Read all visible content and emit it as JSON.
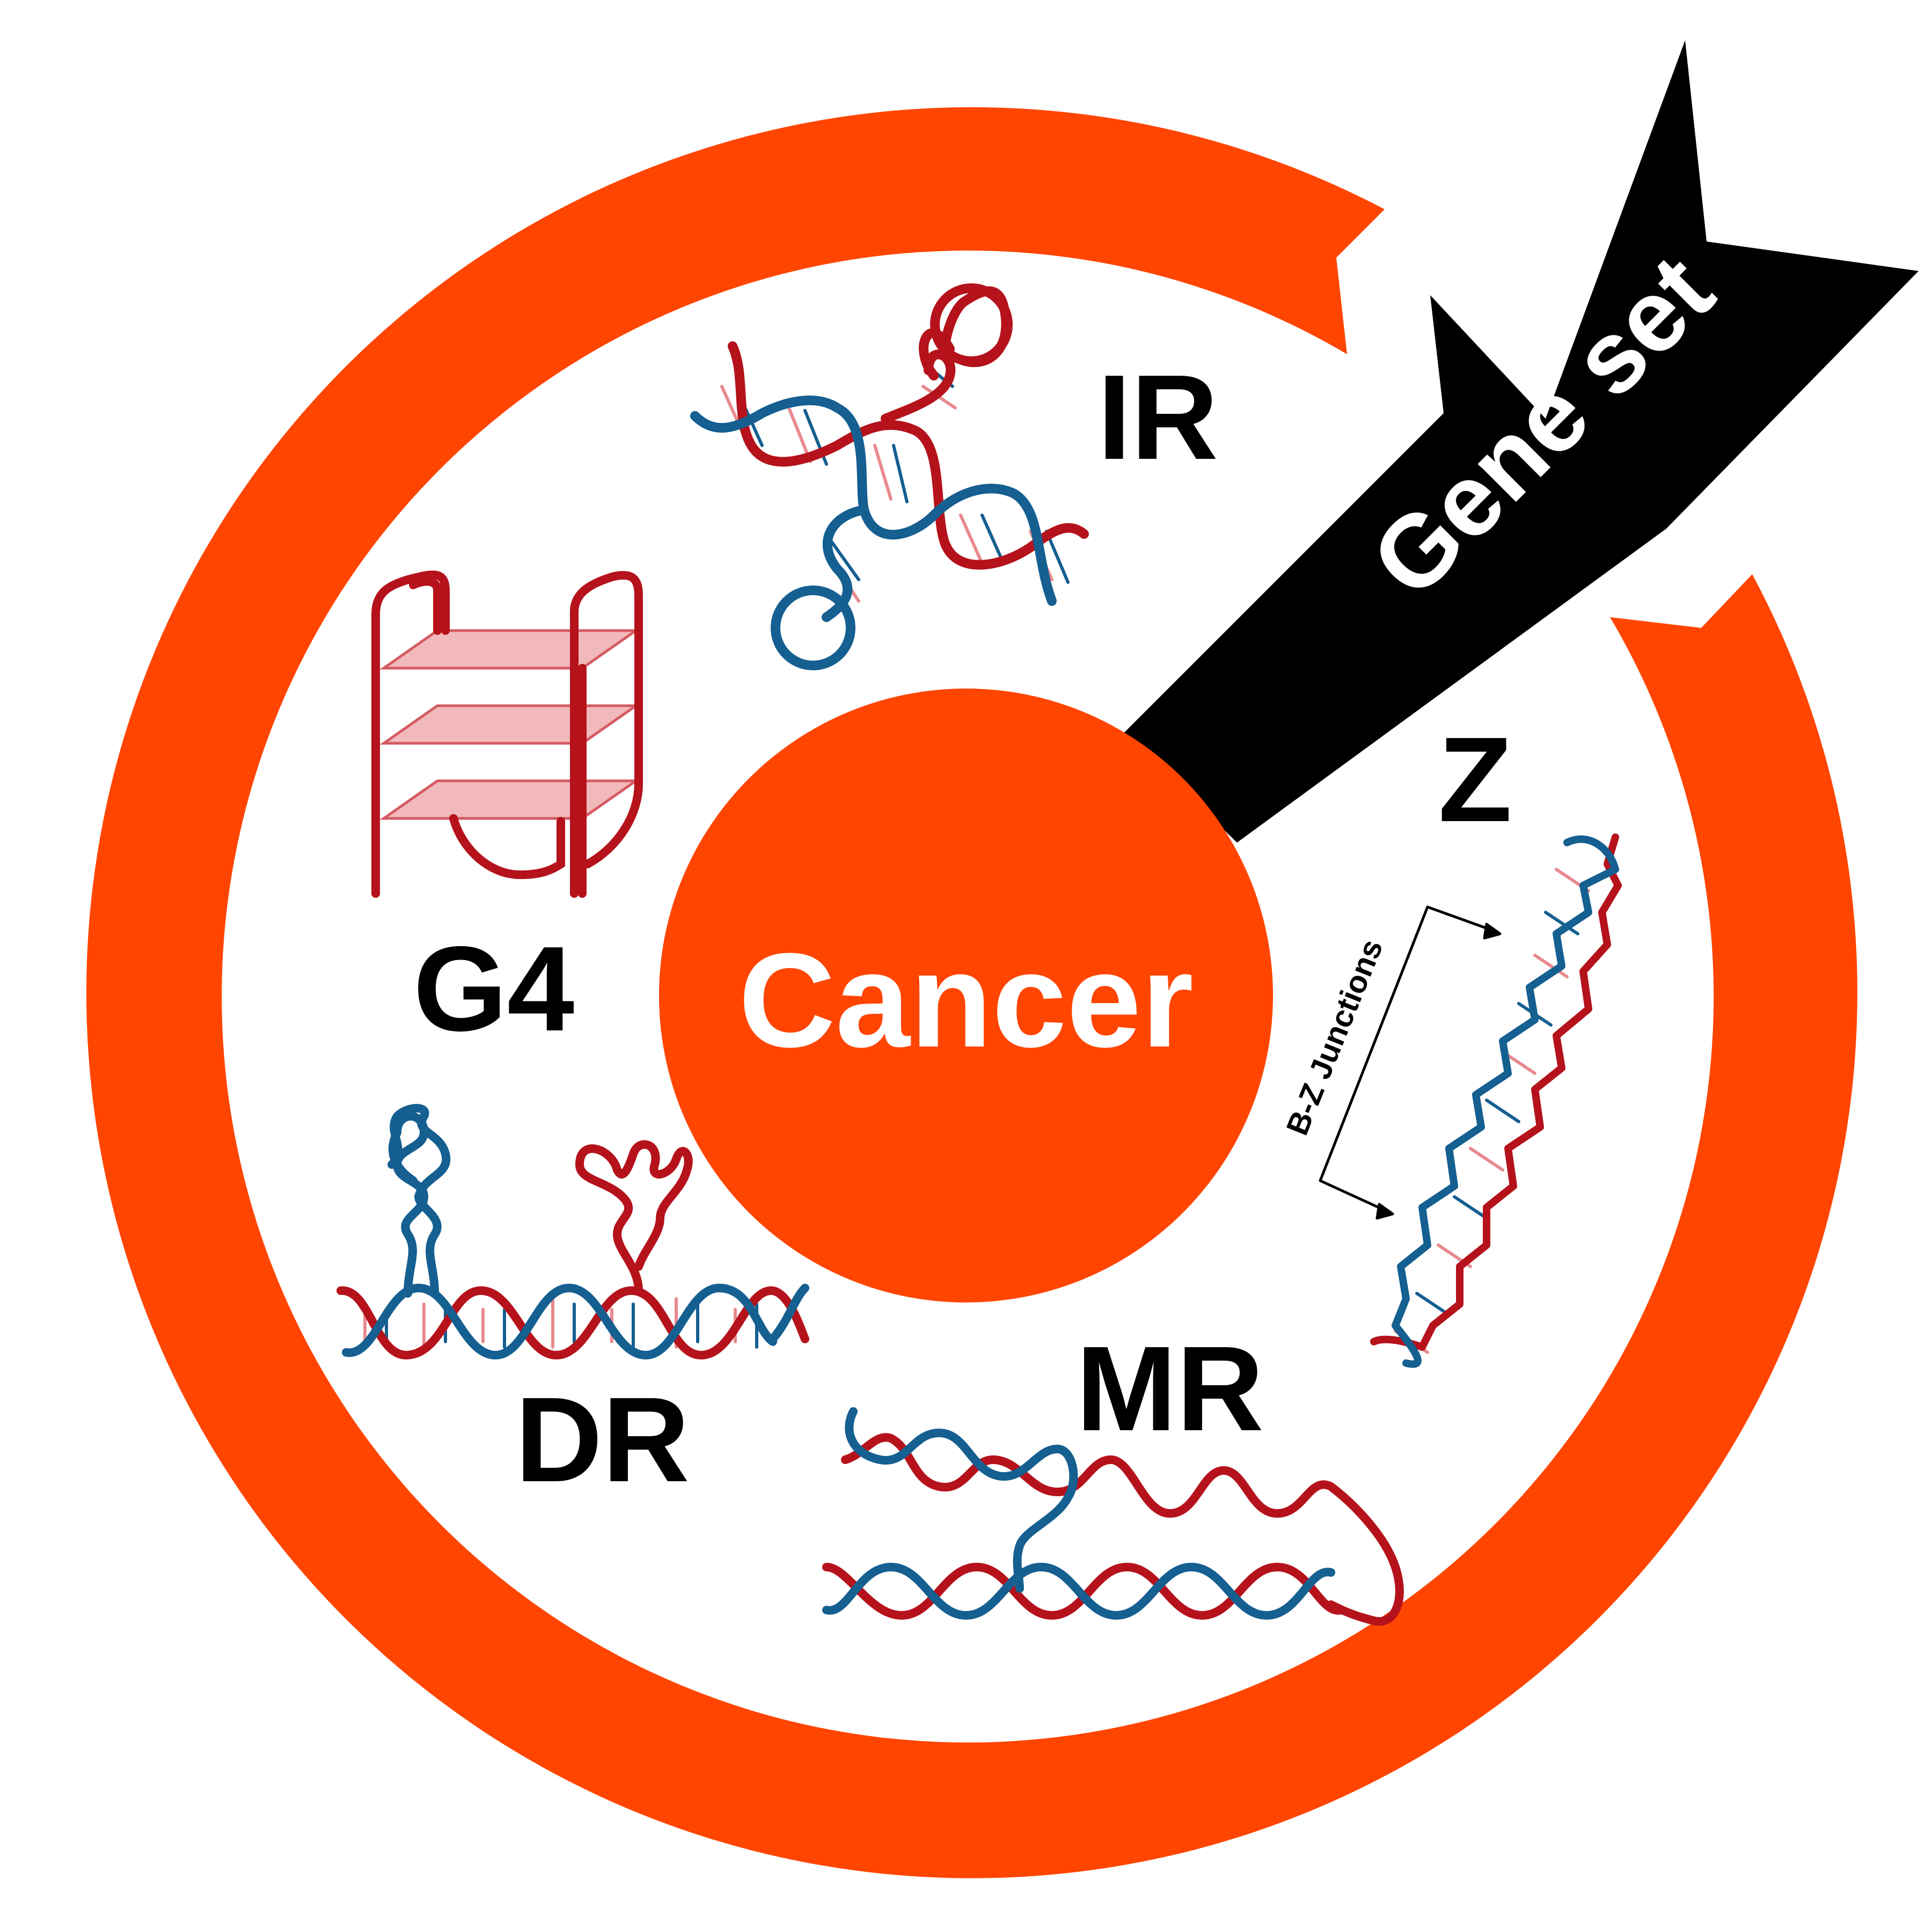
{
  "center": {
    "label": "Cancer"
  },
  "arrow": {
    "label": "Gene set"
  },
  "structures": [
    {
      "key": "ir",
      "label": "IR"
    },
    {
      "key": "g4",
      "label": "G4"
    },
    {
      "key": "z",
      "label": "Z",
      "annotation": "B-Z Junctions"
    },
    {
      "key": "dr",
      "label": "DR"
    },
    {
      "key": "mr",
      "label": "MR"
    }
  ],
  "colors": {
    "ring": "#ff4500",
    "strand_red": "#b5121b",
    "strand_blue": "#155f91",
    "base_pair_pink": "#e88a8f",
    "g4_plate": "#f1b9bb",
    "arrow": "#000000",
    "text": "#000000",
    "center_text": "#ffffff"
  }
}
